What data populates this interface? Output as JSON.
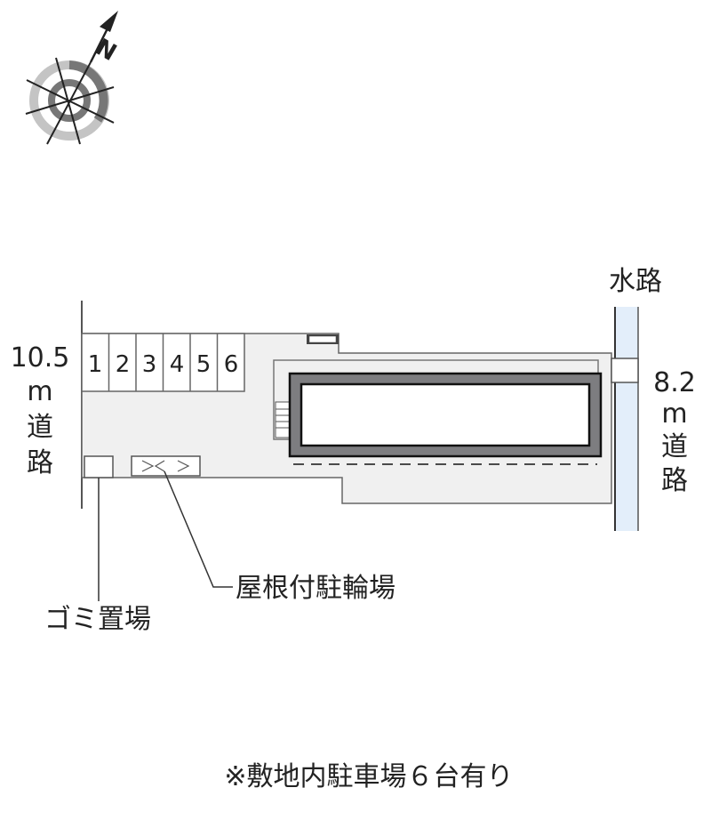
{
  "compass": {
    "north_label": "N"
  },
  "roads": {
    "left": {
      "width": "10.5",
      "unit": "m",
      "label_1": "道",
      "label_2": "路"
    },
    "right": {
      "width": "8.2",
      "unit": "m",
      "label_1": "道",
      "label_2": "路"
    }
  },
  "waterway_label": "水路",
  "parking_stalls": [
    "1",
    "2",
    "3",
    "4",
    "5",
    "6"
  ],
  "bike_parking_label": "屋根付駐輪場",
  "garbage_label": "ゴミ置場",
  "footnote": "※敷地内駐車場６台有り",
  "colors": {
    "site": "#f0f0f0",
    "building_wall": "#7d7d80",
    "waterway": "#e3eefa",
    "outline": "#555555"
  }
}
